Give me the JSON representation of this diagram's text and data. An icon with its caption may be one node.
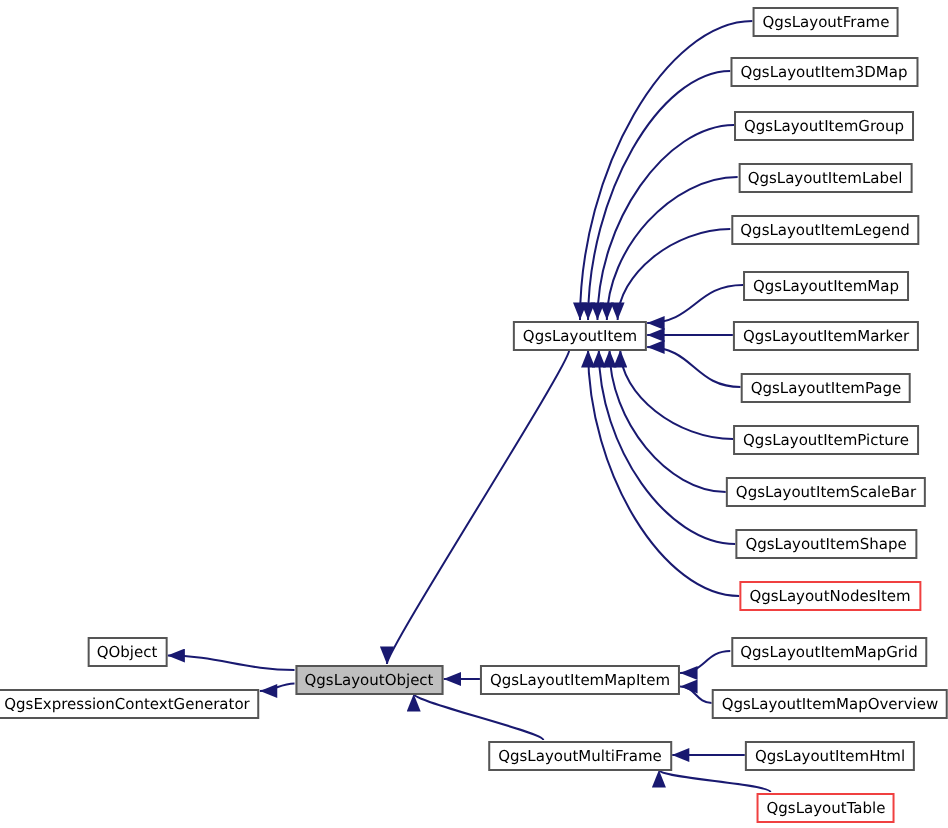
{
  "diagram": {
    "nodes": [
      {
        "text": [
          "QgsLayoutFrame"
        ]
      },
      {
        "text": [
          "QgsLayoutItem3DMap"
        ]
      },
      {
        "text": [
          "QgsLayoutItemGroup"
        ]
      },
      {
        "text": [
          "QgsLayoutItemLabel"
        ]
      },
      {
        "text": [
          "QgsLayoutItemLegend"
        ]
      },
      {
        "text": [
          "QgsLayoutItemMap"
        ]
      },
      {
        "text": [
          "QgsLayoutItem"
        ]
      },
      {
        "text": [
          "QgsLayoutItemMarker"
        ]
      },
      {
        "text": [
          "QgsLayoutItemPage"
        ]
      },
      {
        "text": [
          "QgsLayoutItemPicture"
        ]
      },
      {
        "text": [
          "QgsLayoutItemScaleBar"
        ]
      },
      {
        "text": [
          "QgsLayoutItemShape"
        ]
      },
      {
        "text": [
          "QgsLayoutNodesItem"
        ]
      },
      {
        "text": [
          "QObject"
        ]
      },
      {
        "text": [
          "QgsLayoutItemMapGrid"
        ]
      },
      {
        "text": [
          "QgsExpressionContextGenerator"
        ]
      },
      {
        "text": [
          "QgsLayoutObject"
        ]
      },
      {
        "text": [
          "QgsLayoutItemMapItem"
        ]
      },
      {
        "text": [
          "QgsLayoutItemMapOverview"
        ]
      },
      {
        "text": [
          "QgsLayoutMultiFrame"
        ]
      },
      {
        "text": [
          "QgsLayoutItemHtml"
        ]
      },
      {
        "text": [
          "QgsLayoutTable"
        ]
      }
    ],
    "edges": [
      {
        "from": 16,
        "to": 13,
        "arrow": "to"
      },
      {
        "from": 16,
        "to": 15,
        "arrow": "to"
      },
      {
        "from": 6,
        "to": 16,
        "arrow": "to"
      },
      {
        "from": 17,
        "to": 16,
        "arrow": "to"
      },
      {
        "from": 19,
        "to": 16,
        "arrow": "to"
      },
      {
        "from": 0,
        "to": 6,
        "arrow": "to"
      },
      {
        "from": 1,
        "to": 6,
        "arrow": "to"
      },
      {
        "from": 2,
        "to": 6,
        "arrow": "to"
      },
      {
        "from": 3,
        "to": 6,
        "arrow": "to"
      },
      {
        "from": 4,
        "to": 6,
        "arrow": "to"
      },
      {
        "from": 5,
        "to": 6,
        "arrow": "to"
      },
      {
        "from": 7,
        "to": 6,
        "arrow": "to"
      },
      {
        "from": 8,
        "to": 6,
        "arrow": "to"
      },
      {
        "from": 9,
        "to": 6,
        "arrow": "to"
      },
      {
        "from": 10,
        "to": 6,
        "arrow": "to"
      },
      {
        "from": 11,
        "to": 6,
        "arrow": "to"
      },
      {
        "from": 12,
        "to": 6,
        "arrow": "to"
      },
      {
        "from": 14,
        "to": 17,
        "arrow": "to"
      },
      {
        "from": 18,
        "to": 17,
        "arrow": "to"
      },
      {
        "from": 20,
        "to": 19,
        "arrow": "to"
      },
      {
        "from": 21,
        "to": 19,
        "arrow": "to"
      }
    ]
  }
}
